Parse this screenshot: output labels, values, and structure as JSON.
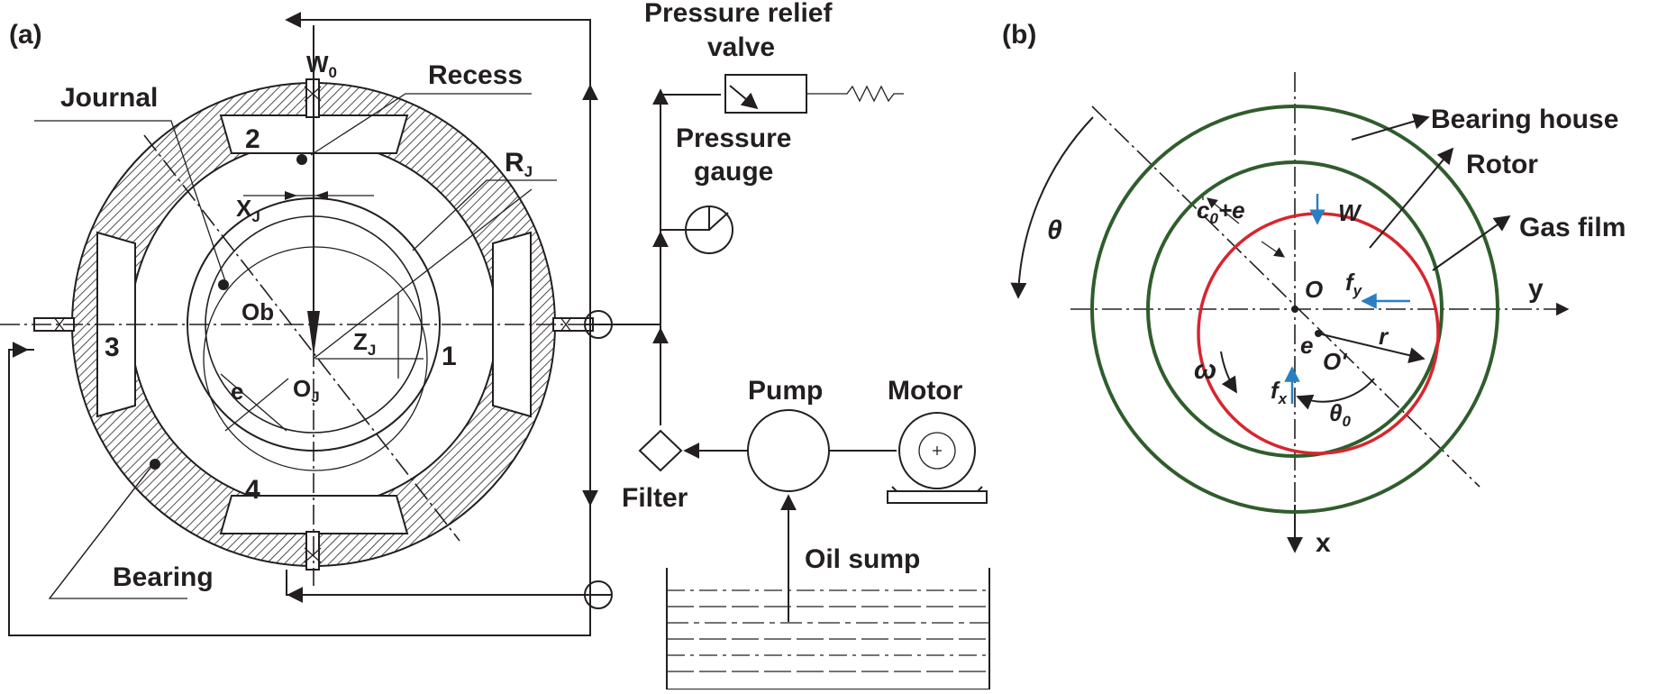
{
  "panel_a": {
    "tag": "(a)",
    "labels": {
      "w0_main": "W",
      "w0_sub": "0",
      "recess": "Recess",
      "journal": "Journal",
      "rj_main": "R",
      "rj_sub": "J",
      "xj_main": "X",
      "xj_sub": "J",
      "ob": "Ob",
      "zj_main": "Z",
      "zj_sub": "J",
      "oj_main": "O",
      "oj_sub": "J",
      "e": "e",
      "bearing": "Bearing",
      "relief_line1": "Pressure relief",
      "relief_line2": "valve",
      "gauge_line1": "Pressure",
      "gauge_line2": "gauge",
      "pump": "Pump",
      "motor": "Motor",
      "filter": "Filter",
      "oil_sump": "Oil sump"
    },
    "recess_numbers": [
      "1",
      "2",
      "3",
      "4"
    ]
  },
  "panel_b": {
    "tag": "(b)",
    "labels": {
      "bearing_house": "Bearing house",
      "rotor": "Rotor",
      "gas_film": "Gas film",
      "theta": "θ",
      "c0e_main": "c",
      "c0e_sub": "0",
      "c0e_rest": "+e",
      "w": "W",
      "o": "O",
      "fy_main": "f",
      "fy_sub": "y",
      "y_axis": "y",
      "e": "e",
      "r": "r",
      "o_prime": "O'",
      "omega": "ω",
      "fx_main": "f",
      "fx_sub": "x",
      "theta0_main": "θ",
      "theta0_sub": "0",
      "x_axis": "x"
    }
  },
  "colors": {
    "line": "#231f20",
    "green_circle": "#2f5d2c",
    "red_circle": "#d7262e",
    "blue_arrow": "#2a7fc4"
  }
}
